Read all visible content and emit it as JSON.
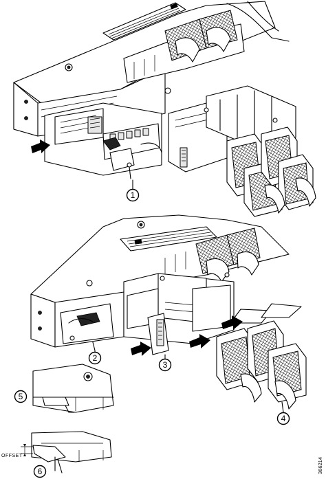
{
  "callouts": {
    "c1": "1",
    "c2": "2",
    "c3": "3",
    "c4": "4",
    "c5": "5",
    "c6": "6"
  },
  "labels": {
    "offset": "OFFSET"
  },
  "figure_id": "366214"
}
